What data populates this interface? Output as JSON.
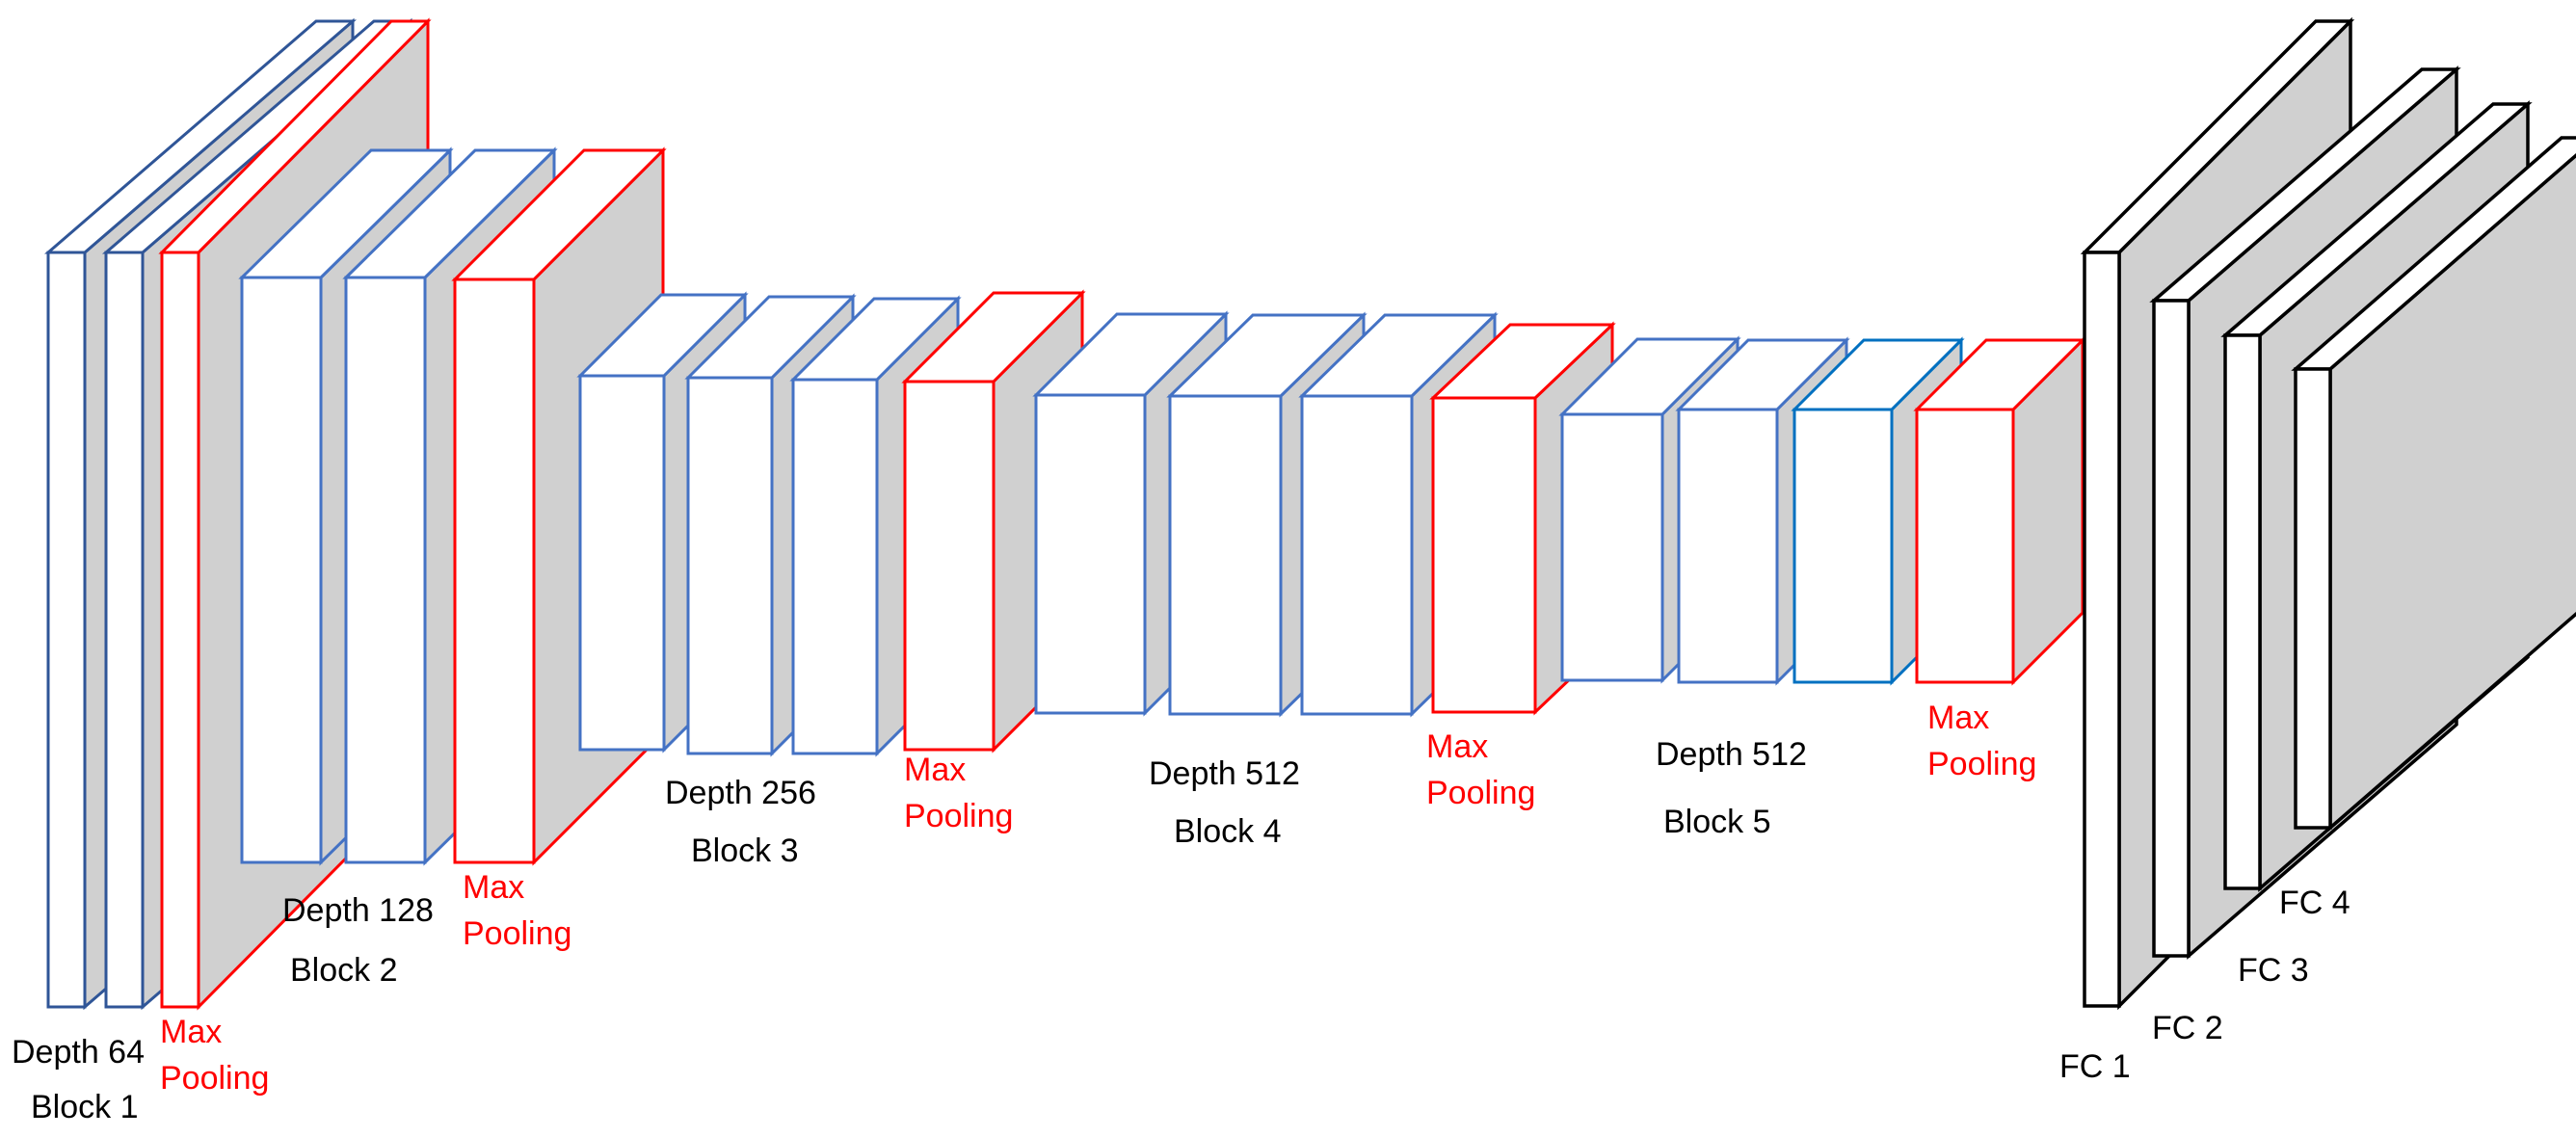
{
  "colors": {
    "conv_dark": "#2f5597",
    "conv": "#4472c4",
    "conv_alt": "#0070c0",
    "pool": "#ff0000",
    "fc": "#000000",
    "face": "#ffffff",
    "side": "#d0d0d0",
    "label": "#000000",
    "pool_label": "#ff0000"
  },
  "blocks": [
    {
      "depth": "Depth 64",
      "name": "Block 1",
      "pool_line1": "Max",
      "pool_line2": "Pooling"
    },
    {
      "depth": "Depth 128",
      "name": "Block 2",
      "pool_line1": "Max",
      "pool_line2": "Pooling"
    },
    {
      "depth": "Depth 256",
      "name": "Block 3",
      "pool_line1": "Max",
      "pool_line2": "Pooling"
    },
    {
      "depth": "Depth 512",
      "name": "Block 4",
      "pool_line1": "Max",
      "pool_line2": "Pooling"
    },
    {
      "depth": "Depth 512",
      "name": "Block 5",
      "pool_line1": "Max",
      "pool_line2": "Pooling"
    }
  ],
  "fc_layers": [
    "FC 1",
    "FC 2",
    "FC 3",
    "FC 4"
  ]
}
